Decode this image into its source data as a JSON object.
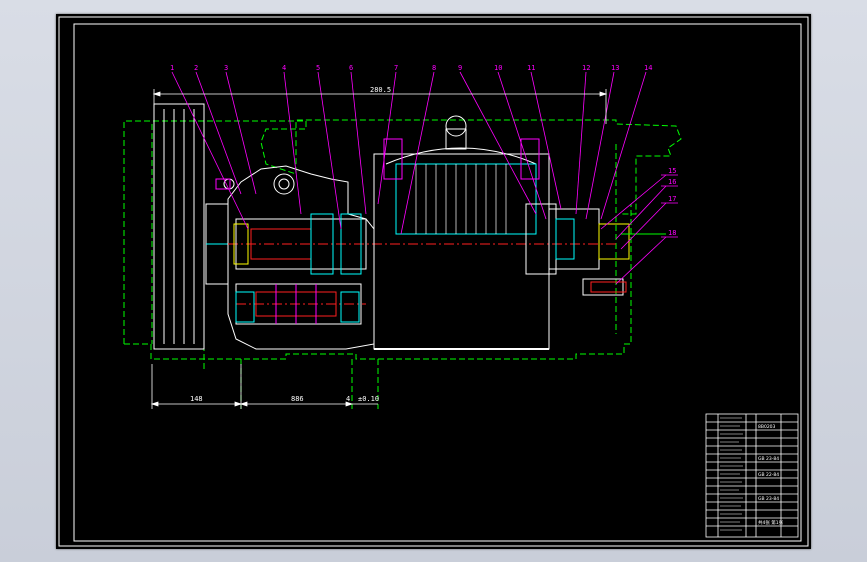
{
  "drawing": {
    "part_numbers": [
      "1",
      "2",
      "3",
      "4",
      "5",
      "6",
      "7",
      "8",
      "9",
      "10",
      "11",
      "12",
      "13",
      "14",
      "15",
      "16",
      "17",
      "18"
    ],
    "dimensions": {
      "overall_width": "280.5",
      "left_segment": "148",
      "middle_segment": "886",
      "gap_value": "4",
      "tolerance": "±0.10"
    },
    "title_block": {
      "code_1": "8B0203",
      "code_2": "GB 23-84",
      "code_3": "GB 22-84",
      "code_4": "GB 23-84",
      "sheet": "共4张 第1张"
    },
    "colors": {
      "background": "#000000",
      "outline": "#ffffff",
      "hidden_frame": "#00ff00",
      "leaders": "#ff00ff",
      "section": "#ff2020",
      "bearing": "#00ffff",
      "accent": "#ffff00"
    }
  }
}
